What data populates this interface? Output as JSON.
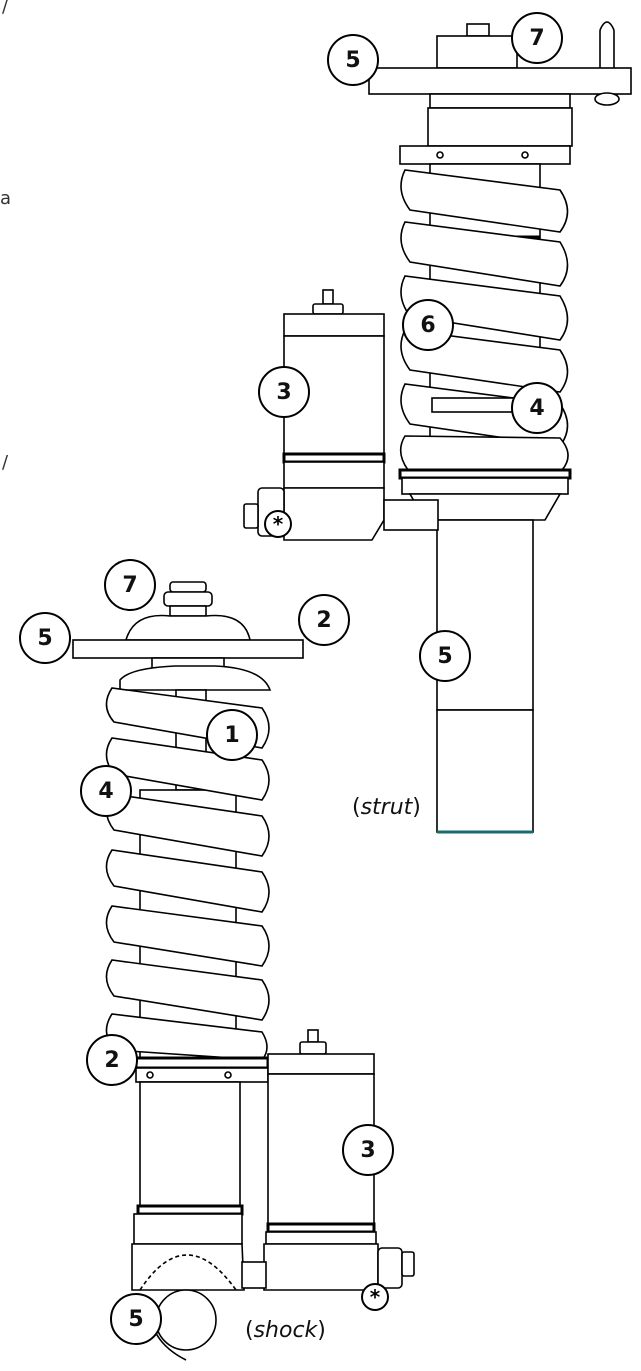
{
  "edge_text": {
    "top": "/",
    "middle": "a",
    "lower": "/"
  },
  "callouts": {
    "strut_top_plate": "5",
    "strut_top_nut": "7",
    "strut_spring": "6",
    "strut_seat": "4",
    "strut_reservoir": "3",
    "strut_body": "5",
    "shock_top_nut": "7",
    "shock_plate_left": "5",
    "shock_plate_right": "2",
    "shock_bump": "1",
    "shock_seat": "4",
    "shock_collar": "2",
    "shock_reservoir": "3",
    "shock_eye": "5"
  },
  "markers": {
    "strut_adjuster": "*",
    "shock_adjuster": "*"
  },
  "captions": {
    "strut": {
      "open": "(",
      "word": "strut",
      "close": ")"
    },
    "shock": {
      "open": "(",
      "word": "shock",
      "close": ")"
    }
  }
}
